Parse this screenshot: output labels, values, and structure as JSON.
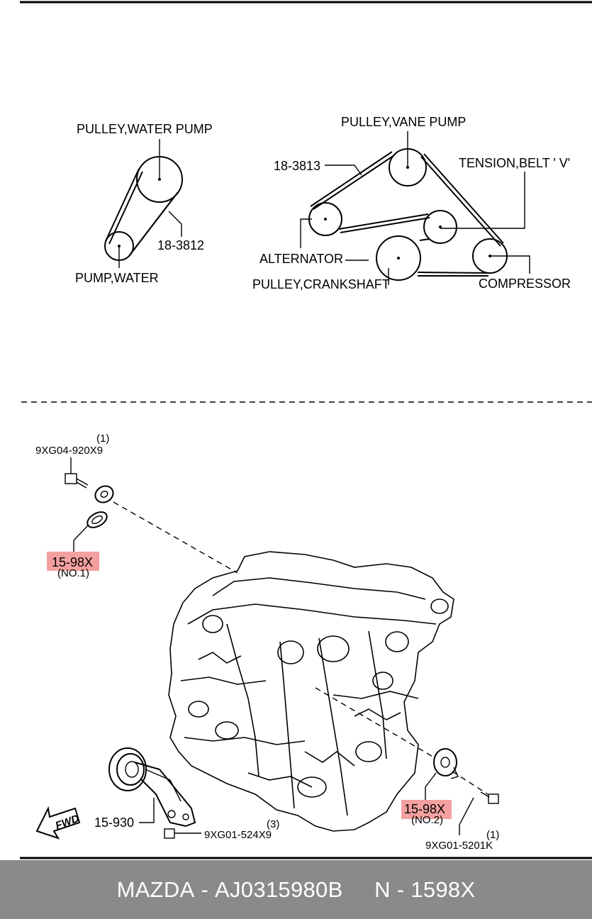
{
  "belt_section": {
    "pulley_water_pump": "PULLEY,WATER PUMP",
    "pump_water": "PUMP,WATER",
    "belt_18_3812": "18-3812",
    "pulley_vane_pump": "PULLEY,VANE PUMP",
    "belt_18_3813": "18-3813",
    "tension_belt_v": "TENSION,BELT  ' V'",
    "alternator": "ALTERNATOR",
    "pulley_crankshaft": "PULLEY,CRANKSHAFT",
    "compressor": "COMPRESSOR"
  },
  "mount_section": {
    "bolt_top_qty": "(1)",
    "bolt_top_part": "9XG04-920X9",
    "pulley_no1_part": "15-98X",
    "pulley_no1_sub": "(NO.1)",
    "pulley_no2_part": "15-98X",
    "pulley_no2_sub": "(NO.2)",
    "bracket_part": "15-930",
    "bolt_bracket_qty": "(3)",
    "bolt_bracket_part": "9XG01-524X9",
    "bolt_right_qty": "(1)",
    "bolt_right_part": "9XG01-5201K",
    "fwd_label": "FWD"
  },
  "highlight_color": "#f4a0a0",
  "footer": {
    "brand": "MAZDA",
    "part_number": "AJ0315980B",
    "short_code": "N - 1598X"
  }
}
